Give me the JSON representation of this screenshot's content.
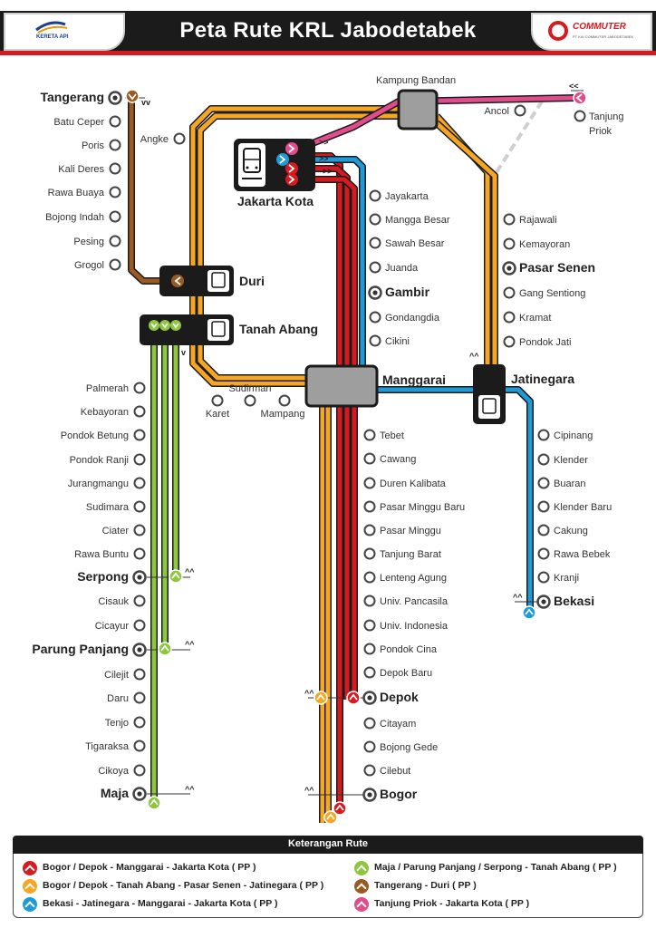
{
  "header": {
    "title": "Peta Rute KRL Jabodetabek",
    "logo_left": "KERETA API",
    "logo_right": "COMMUTER",
    "logo_right_sub": "PT KAI COMMUTER JABODETABEK"
  },
  "colors": {
    "red": "#d71920",
    "orange": "#f5a623",
    "blue": "#1e9ad6",
    "green": "#8dc63f",
    "brown": "#9a5a24",
    "pink": "#e04c8c",
    "black": "#1b1b1b"
  },
  "hubs": {
    "jakarta_kota": "Jakarta Kota",
    "duri": "Duri",
    "tanah_abang": "Tanah Abang",
    "manggarai": "Manggarai",
    "jatinegara": "Jatinegara",
    "kampung_bandan": "Kampung Bandan"
  },
  "stations": {
    "tangerang_line": [
      "Tangerang",
      "Batu Ceper",
      "Poris",
      "Kali Deres",
      "Rawa Buaya",
      "Bojong Indah",
      "Pesing",
      "Grogol"
    ],
    "angke": "Angke",
    "sudirman": "Sudirman",
    "karet": "Karet",
    "mampang": "Mampang",
    "ancol": "Ancol",
    "tanjung_priok": "Tanjung Priok",
    "central_line": [
      "Jayakarta",
      "Mangga Besar",
      "Sawah Besar",
      "Juanda",
      "Gambir",
      "Gondangdia",
      "Cikini"
    ],
    "east_ring": [
      "Rajawali",
      "Kemayoran",
      "Pasar Senen",
      "Gang Sentiong",
      "Kramat",
      "Pondok Jati"
    ],
    "serpong_line": [
      "Palmerah",
      "Kebayoran",
      "Pondok Betung",
      "Pondok Ranji",
      "Jurangmangu",
      "Sudimara",
      "Ciater",
      "Rawa Buntu",
      "Serpong",
      "Cisauk",
      "Cicayur",
      "Parung Panjang",
      "Cilejit",
      "Daru",
      "Tenjo",
      "Tigaraksa",
      "Cikoya",
      "Maja"
    ],
    "bogor_line": [
      "Tebet",
      "Cawang",
      "Duren Kalibata",
      "Pasar Minggu Baru",
      "Pasar Minggu",
      "Tanjung Barat",
      "Lenteng Agung",
      "Univ. Pancasila",
      "Univ. Indonesia",
      "Pondok Cina",
      "Depok Baru",
      "Depok",
      "Citayam",
      "Bojong Gede",
      "Cilebut",
      "Bogor"
    ],
    "bekasi_line": [
      "Cipinang",
      "Klender",
      "Buaran",
      "Klender Baru",
      "Cakung",
      "Rawa Bebek",
      "Kranji",
      "Bekasi"
    ]
  },
  "legend": {
    "title": "Keterangan Rute",
    "items": [
      {
        "label": "Bogor / Depok - Manggarai - Jakarta Kota ( PP )",
        "color": "#d71920"
      },
      {
        "label": "Bogor / Depok - Tanah Abang - Pasar Senen - Jatinegara ( PP )",
        "color": "#f5a623"
      },
      {
        "label": "Bekasi - Jatinegara - Manggarai - Jakarta Kota ( PP )",
        "color": "#1e9ad6"
      },
      {
        "label": "Maja / Parung Panjang / Serpong - Tanah Abang ( PP )",
        "color": "#8dc63f"
      },
      {
        "label": "Tangerang - Duri ( PP )",
        "color": "#9a5a24"
      },
      {
        "label": "Tanjung Priok - Jakarta Kota ( PP )",
        "color": "#e04c8c"
      }
    ]
  }
}
